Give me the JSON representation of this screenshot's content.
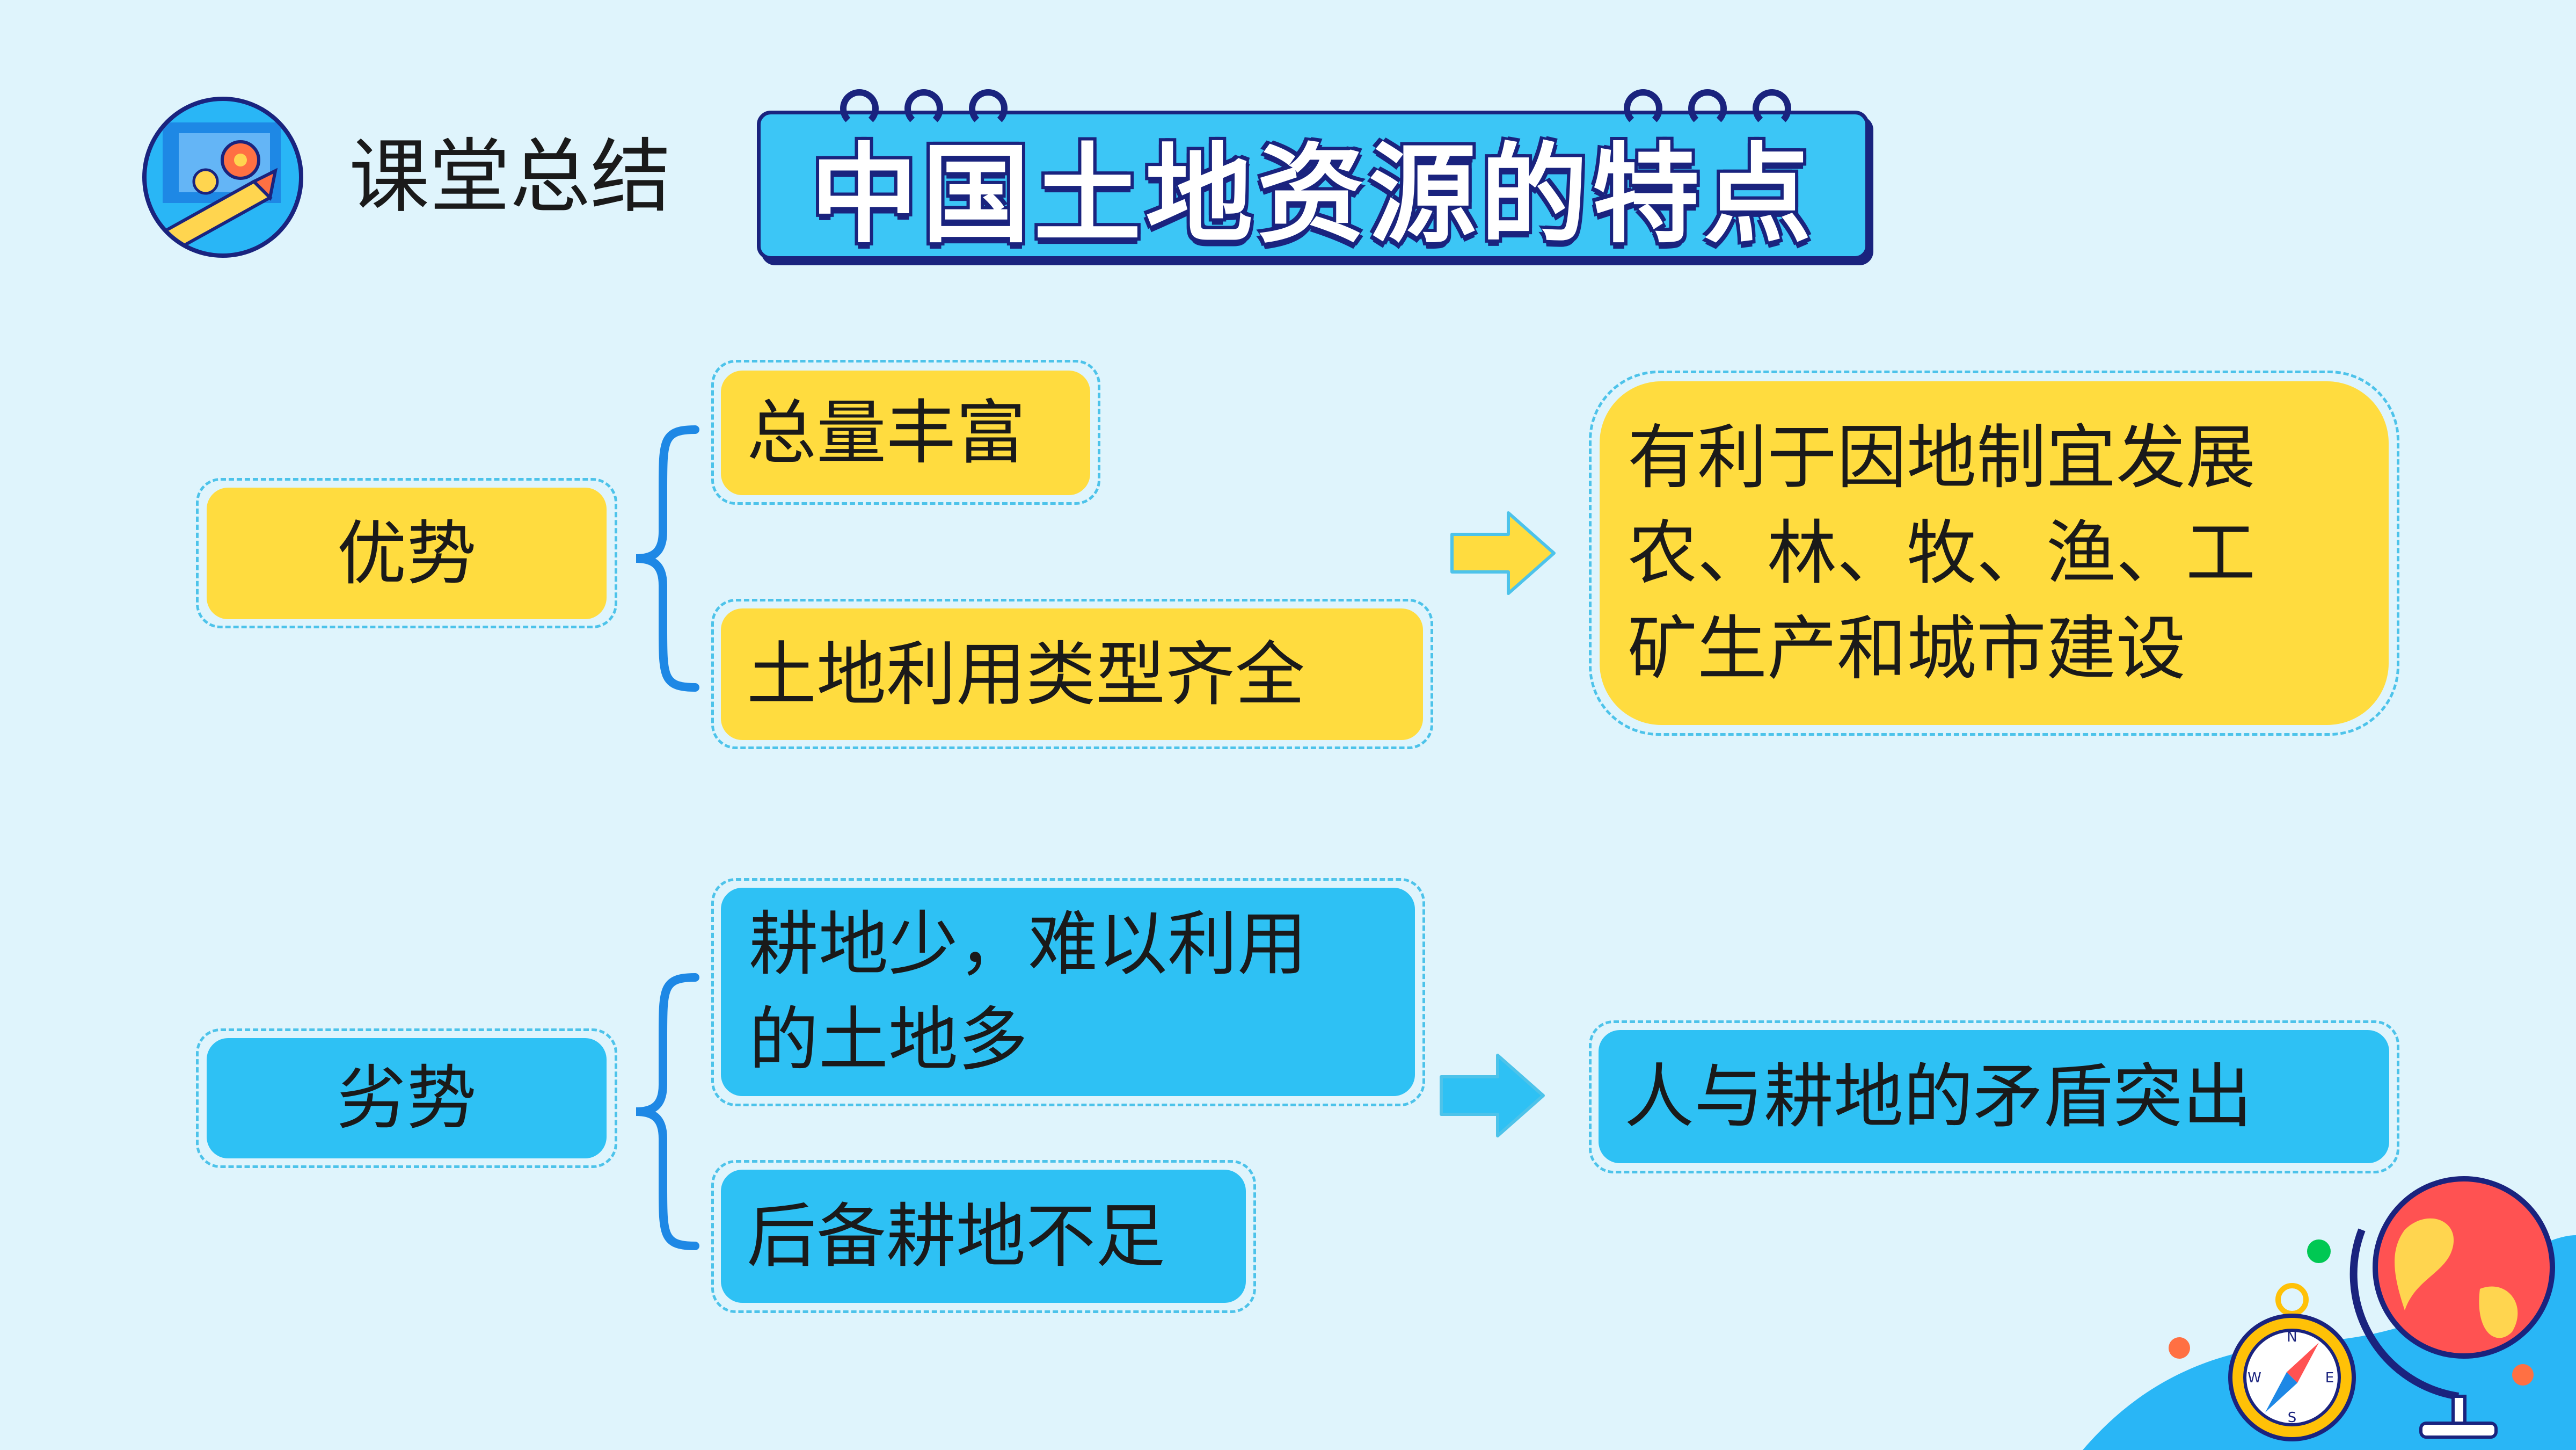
{
  "header": {
    "section_label": "课堂总结"
  },
  "title": {
    "text": "中国土地资源的特点"
  },
  "diagram": {
    "advantages": {
      "label": "优势",
      "items": [
        "总量丰富",
        "土地利用类型齐全"
      ],
      "result_lines": [
        "有利于因地制宜发展",
        "农、林、牧、渔、工",
        "矿生产和城市建设"
      ]
    },
    "disadvantages": {
      "label": "劣势",
      "items": [
        [
          "耕地少，难以利用",
          "的土地多"
        ],
        "后备耕地不足"
      ],
      "result": "人与耕地的矛盾突出"
    }
  },
  "decoration": {
    "compass_letters": [
      "N",
      "E",
      "S",
      "W"
    ]
  },
  "colors": {
    "background": "#dff4fc",
    "yellow": "#ffdc3f",
    "blue": "#2ec1f4",
    "navy": "#1a237e",
    "bracket": "#1e88e5"
  }
}
